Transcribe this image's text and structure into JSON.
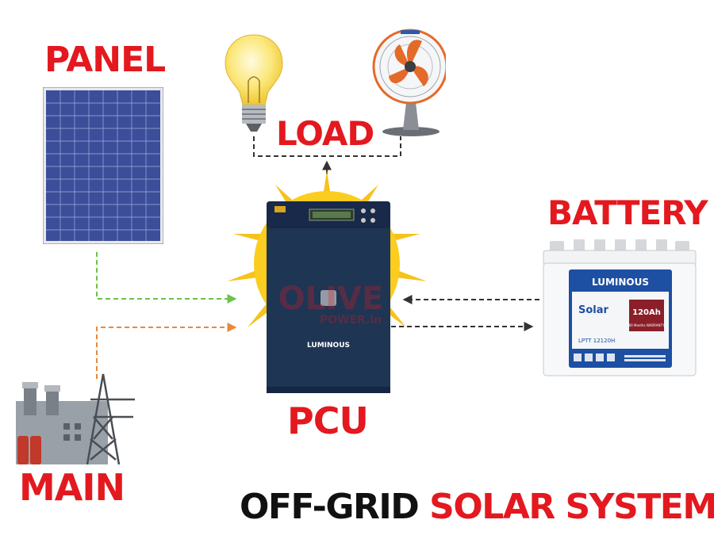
{
  "labels": {
    "panel": "PANEL",
    "load": "LOAD",
    "battery": "BATTERY",
    "pcu": "PCU",
    "main": "MAIN"
  },
  "title": {
    "part1": "OFF-GRID",
    "part2": "SOLAR SYSTEM"
  },
  "pcu_device": {
    "brand": "LUMINOUS"
  },
  "watermark": {
    "line1": "OLIVE",
    "line2": "POWER.in"
  },
  "battery_device": {
    "brand": "LUMINOUS",
    "product": "Solar",
    "capacity": "120Ah",
    "model": "LPTT 12120H",
    "warranty": "60 Months WARRANTY"
  },
  "colors": {
    "label_red": "#e3191f",
    "panel_line": "#6cc24a",
    "main_line": "#e8893a",
    "battery_line": "#333333",
    "pcu_body": "#1f3554"
  }
}
